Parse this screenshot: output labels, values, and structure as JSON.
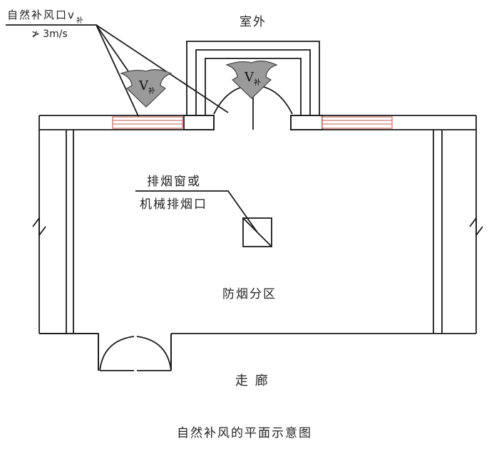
{
  "labels": {
    "supply_inlet": "自然补风口v",
    "supply_inlet_sub": "补",
    "velocity_limit": "≯ 3m/s",
    "outdoor": "室外",
    "smoke_vent_line1": "排烟窗或",
    "smoke_vent_line2": "机械排烟口",
    "smoke_zone": "防烟分区",
    "corridor": "走 廊",
    "caption": "自然补风的平面示意图",
    "arrow_letter": "V",
    "arrow_sub": "补"
  },
  "colors": {
    "line": "#1a1a1a",
    "arrow_fill": "#9a9a9a",
    "window_frame": "#d27a74"
  },
  "icons": {
    "airflow": "v-supply-arrow-icon",
    "smoke_vent": "smoke-vent-icon",
    "break": "break-line-icon"
  }
}
